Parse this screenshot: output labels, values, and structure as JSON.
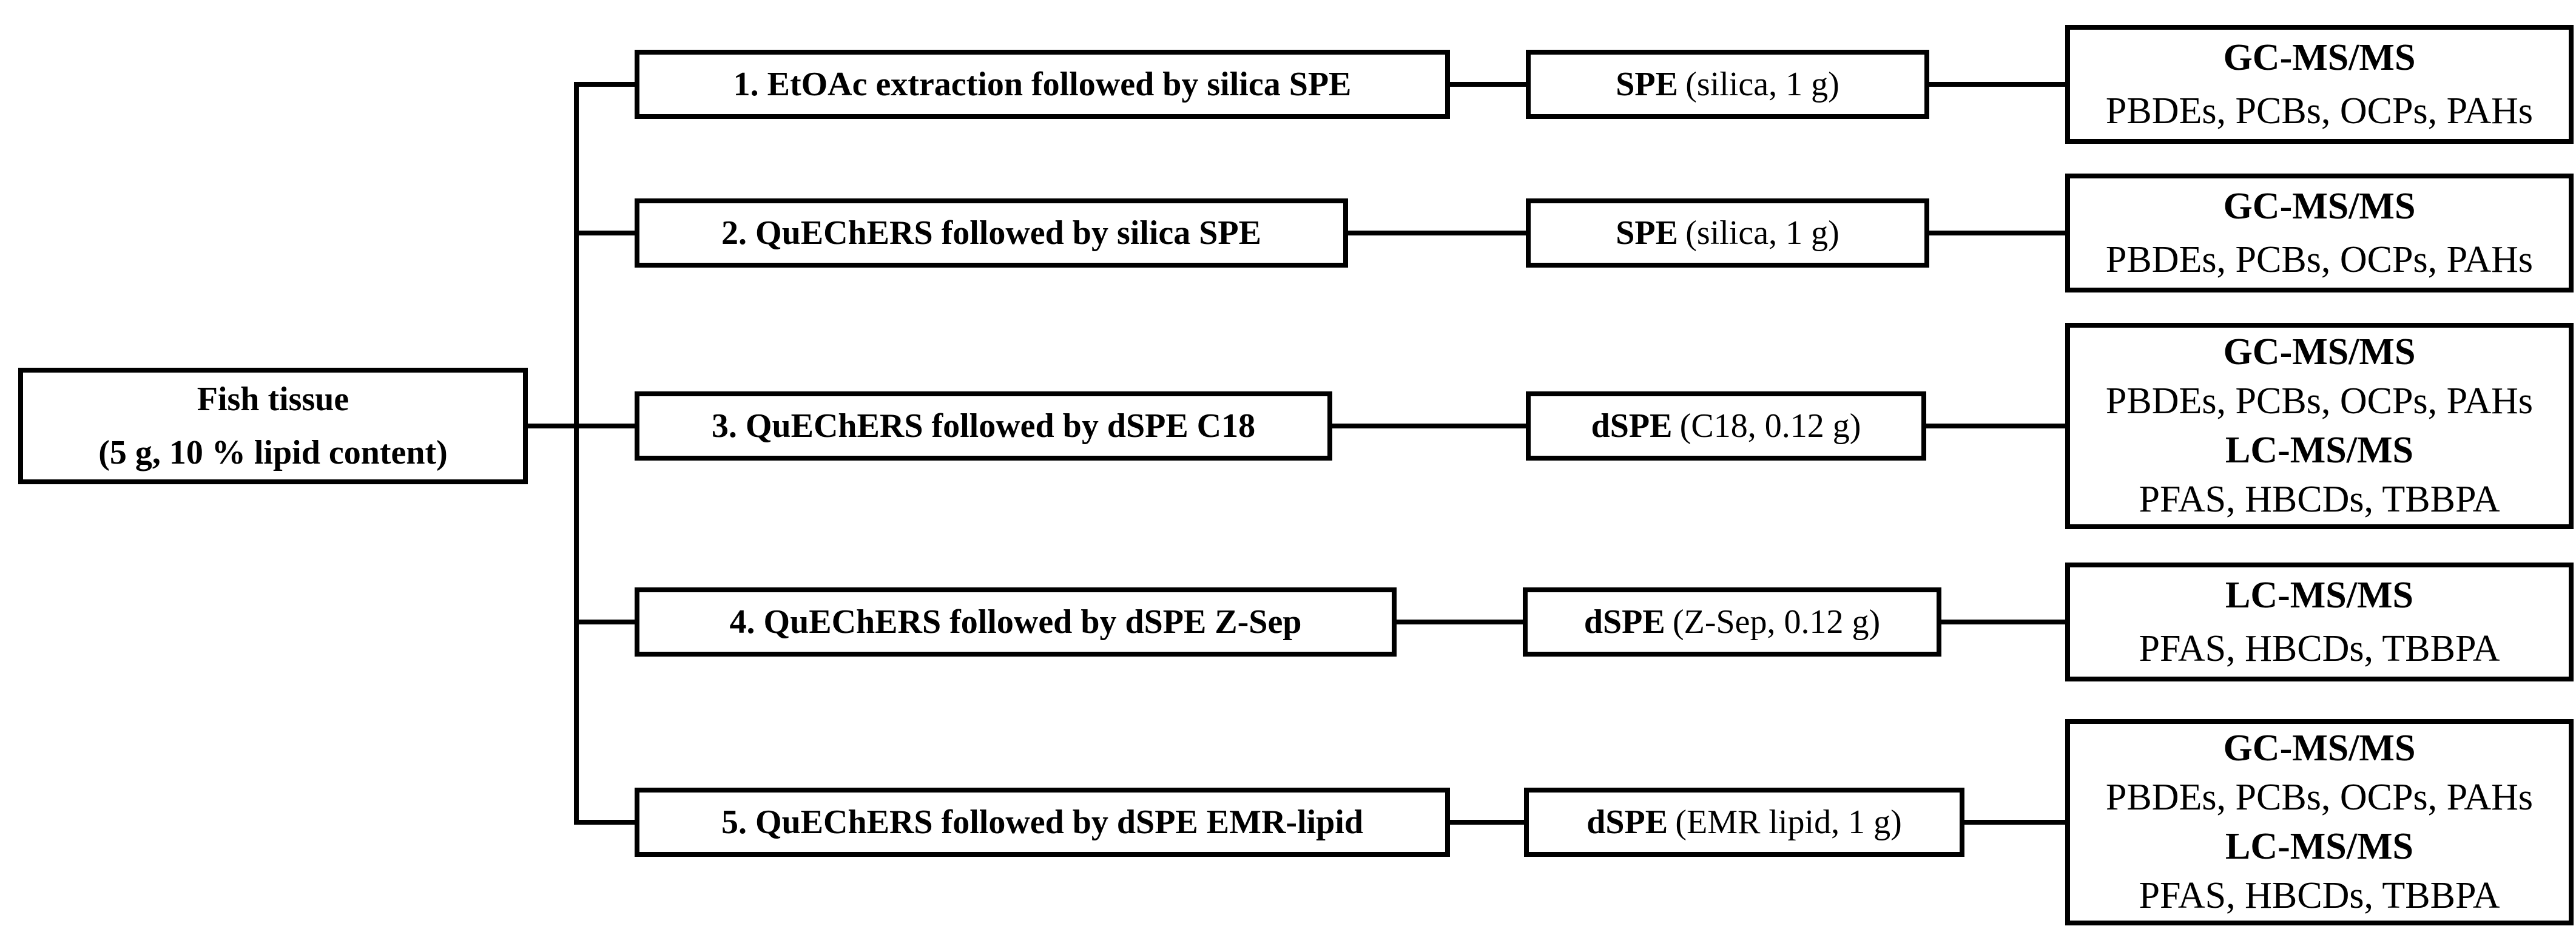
{
  "diagram": {
    "title_hint": "Sample preparation workflow for fish tissue contaminant analysis",
    "colors": {
      "line": "#000000",
      "background": "#ffffff",
      "text": "#000000"
    },
    "source": {
      "title": "Fish tissue",
      "subtitle": "(5 g, 10 % lipid content)"
    },
    "branches": [
      {
        "method": "1. EtOAc extraction followed by silica SPE",
        "cleanup": {
          "bold": "SPE",
          "detail": "(silica, 1 g)"
        },
        "results": [
          {
            "instrument": "GC-MS/MS",
            "analytes": "PBDEs, PCBs, OCPs, PAHs"
          }
        ]
      },
      {
        "method": "2. QuEChERS followed by silica SPE",
        "cleanup": {
          "bold": "SPE",
          "detail": "(silica, 1 g)"
        },
        "results": [
          {
            "instrument": "GC-MS/MS",
            "analytes": "PBDEs, PCBs, OCPs, PAHs"
          }
        ]
      },
      {
        "method": "3. QuEChERS followed by dSPE C18",
        "cleanup": {
          "bold": "dSPE",
          "detail": "(C18, 0.12 g)"
        },
        "results": [
          {
            "instrument": "GC-MS/MS",
            "analytes": "PBDEs, PCBs, OCPs, PAHs"
          },
          {
            "instrument": "LC-MS/MS",
            "analytes": "PFAS, HBCDs, TBBPA"
          }
        ]
      },
      {
        "method": "4. QuEChERS followed by dSPE Z-Sep",
        "cleanup": {
          "bold": "dSPE",
          "detail": "(Z-Sep, 0.12 g)"
        },
        "results": [
          {
            "instrument": "LC-MS/MS",
            "analytes": "PFAS, HBCDs, TBBPA"
          }
        ]
      },
      {
        "method": "5. QuEChERS followed by dSPE EMR-lipid",
        "cleanup": {
          "bold": "dSPE",
          "detail": "(EMR lipid, 1 g)"
        },
        "results": [
          {
            "instrument": "GC-MS/MS",
            "analytes": "PBDEs, PCBs, OCPs, PAHs"
          },
          {
            "instrument": "LC-MS/MS",
            "analytes": "PFAS, HBCDs, TBBPA"
          }
        ]
      }
    ]
  }
}
